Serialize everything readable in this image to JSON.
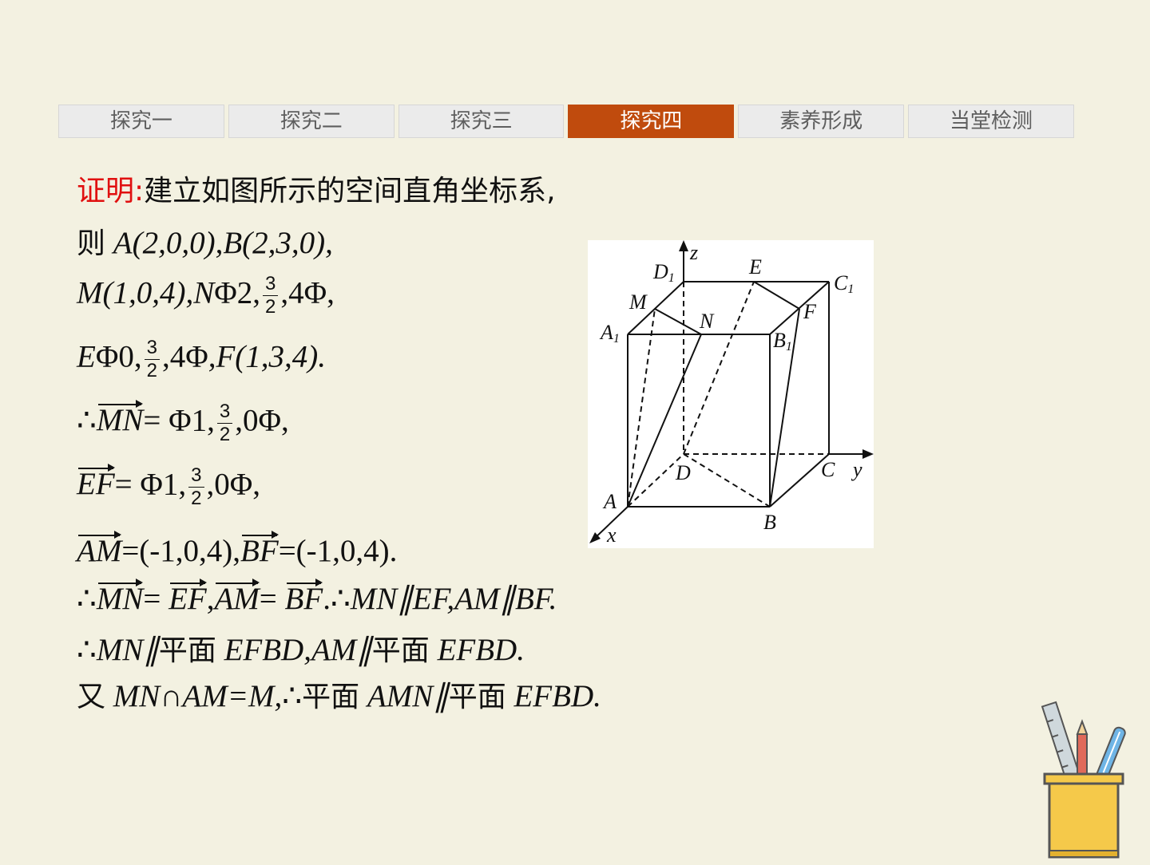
{
  "tabs": [
    "探究一",
    "探究二",
    "探究三",
    "探究四",
    "素养形成",
    "当堂检测"
  ],
  "active_tab": "探究四",
  "proof": {
    "prefix": "证明:",
    "line1": "建立如图所示的空间直角坐标系,",
    "line2_cn": "则",
    "line2": "A(2,0,0),B(2,3,0),",
    "line3_a": "M(1,0,4),N",
    "line3_b": "2,",
    "line3_c": ",4",
    "line3_d": ",",
    "line4_a": "E",
    "line4_b": "0,",
    "line4_c": ",4",
    "line4_d": ",F(1,3,4).",
    "line5_vec": "MN",
    "line5_a": "= ",
    "line5_b": "1,",
    "line5_c": ",0",
    "line5_d": ",",
    "line6_vec": "EF",
    "line6_a": "= ",
    "line6_b": "1,",
    "line6_c": ",0",
    "line6_d": ",",
    "line7_vec1": "AM",
    "line7_a": "=(-1,0,4),",
    "line7_vec2": "BF",
    "line7_b": "=(-1,0,4).",
    "line8_vec1": "MN",
    "line8_vec2": "EF",
    "line8_vec3": "AM",
    "line8_vec4": "BF",
    "line8_tail": "MN∥EF,AM∥BF.",
    "line9_a": "MN∥",
    "line9_b": "平面",
    "line9_c": " EFBD,AM∥",
    "line9_d": "平面",
    "line9_e": " EFBD.",
    "line10_a": "又",
    "line10_b": " MN∩AM=M,",
    "line10_c": "平面",
    "line10_d": " AMN∥",
    "line10_e": "平面",
    "line10_f": " EFBD.",
    "therefore": "∴",
    "phi_left": "Φ",
    "phi_right": "Φ",
    "frac_num": "3",
    "frac_den": "2"
  },
  "figure": {
    "labels": [
      "z",
      "D1",
      "E",
      "C1",
      "M",
      "F",
      "N",
      "A1",
      "B1",
      "D",
      "C",
      "y",
      "A",
      "B",
      "x"
    ]
  },
  "decoration_icon": "pencil-holder-icon"
}
